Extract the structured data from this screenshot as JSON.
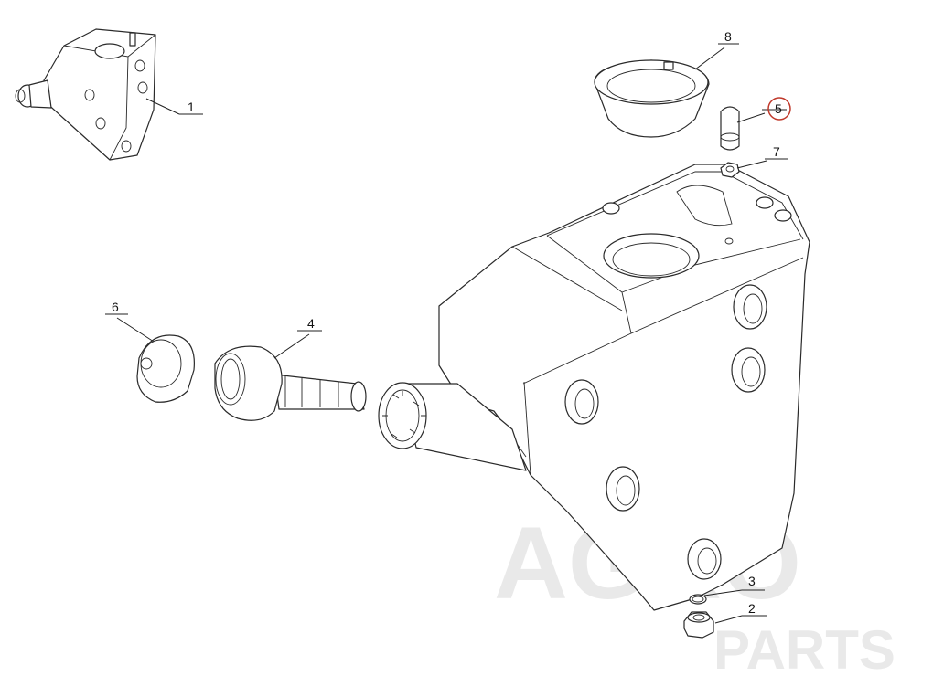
{
  "callouts": [
    {
      "id": "1",
      "label": "1",
      "highlighted": false
    },
    {
      "id": "2",
      "label": "2",
      "highlighted": false
    },
    {
      "id": "3",
      "label": "3",
      "highlighted": false
    },
    {
      "id": "4",
      "label": "4",
      "highlighted": false
    },
    {
      "id": "5",
      "label": "5",
      "highlighted": true
    },
    {
      "id": "6",
      "label": "6",
      "highlighted": false
    },
    {
      "id": "7",
      "label": "7",
      "highlighted": false
    },
    {
      "id": "8",
      "label": "8",
      "highlighted": false
    }
  ],
  "watermark": {
    "line1": "AGRO",
    "line2": "PARTS"
  },
  "colors": {
    "stroke": "#2a2a2a",
    "highlight": "#c0392b",
    "watermark": "#e9e9e9"
  }
}
